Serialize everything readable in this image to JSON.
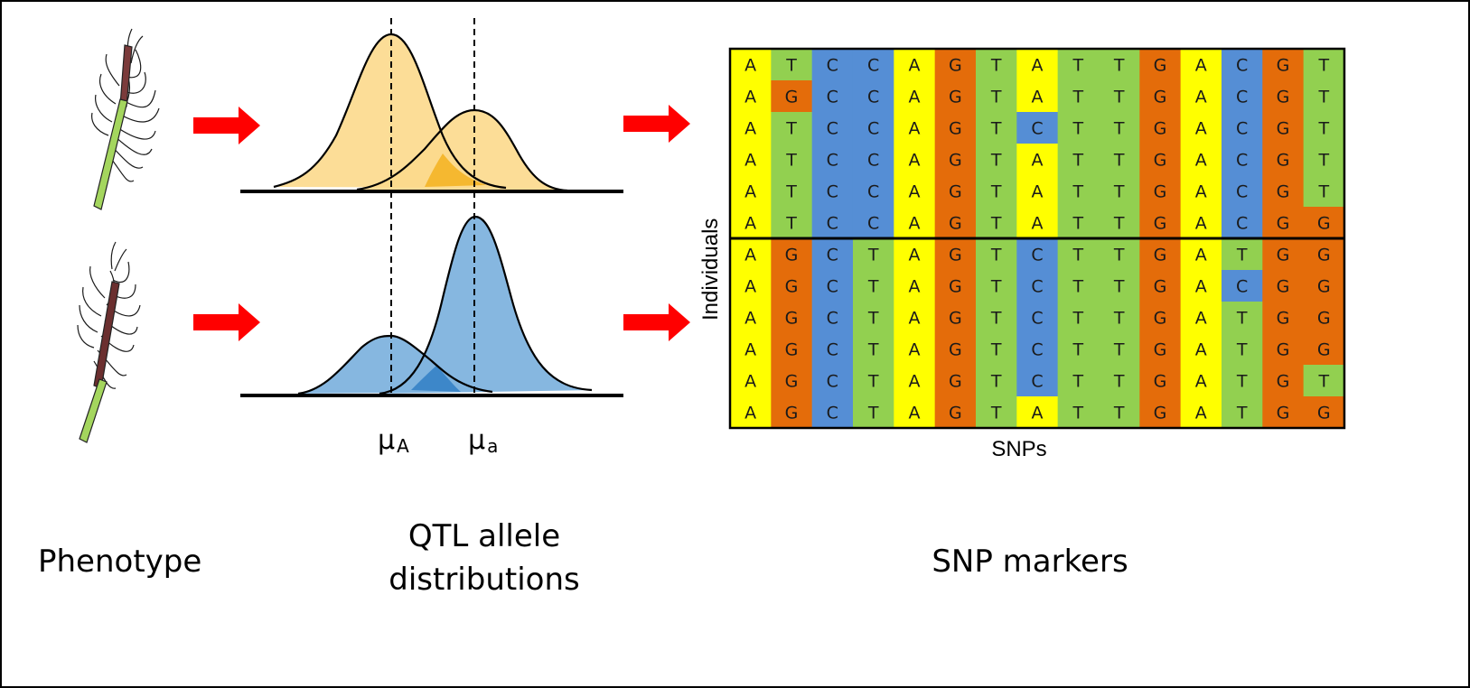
{
  "labels": {
    "phenotype": "Phenotype",
    "qtl_line1": "QTL allele",
    "qtl_line2": "distributions",
    "snp_markers": "SNP markers",
    "mu_A_base": "μ",
    "mu_A_sub": "A",
    "mu_a_base": "μ",
    "mu_a_sub": "a",
    "individuals_axis": "Individuals",
    "snps_axis": "SNPs"
  },
  "colors": {
    "A": "#ffff00",
    "T": "#92d050",
    "C": "#558ed5",
    "G": "#e46c0a",
    "arrow": "#ff0000",
    "orange_fill": "#fcd98c",
    "orange_overlap": "#f5b830",
    "blue_fill": "#7fb3de",
    "blue_overlap": "#3d87c9"
  },
  "snp_matrix": [
    "ATCCAGTATTGACGT",
    "AGCCAGTATTGACGT",
    "ATCCAGTCTTGACGT",
    "ATCCAGTATTGACGT",
    "ATCCAGTATTGACGT",
    "ATCCAGTATTGACGG",
    "AGCTAGTCTTGATGG",
    "AGCTAGTCTTGACGG",
    "AGCTAGTCTTGATGG",
    "AGCTAGTCTTGATGG",
    "AGCTAGTCTTGATGT",
    "AGCTAGTATTGATGG"
  ]
}
